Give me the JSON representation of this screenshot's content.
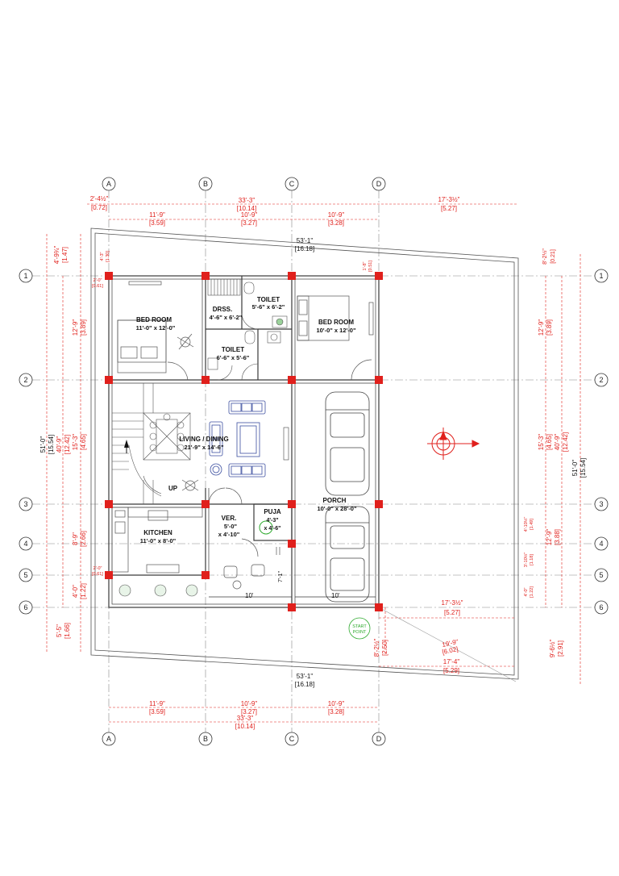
{
  "grid": {
    "columns": [
      "A",
      "B",
      "C",
      "D"
    ],
    "rows": [
      "1",
      "2",
      "3",
      "4",
      "5",
      "6"
    ]
  },
  "rooms": {
    "bed_room_left": {
      "name": "BED ROOM",
      "size": "11'-0\" x 12'-0\""
    },
    "drss": {
      "name": "DRSS.",
      "size": "4'-6\" x 6'-2\""
    },
    "toilet_top": {
      "name": "TOILET",
      "size": "5'-6\" x 6'-2\""
    },
    "toilet_mid": {
      "name": "TOILET",
      "size": "6'-6\" x 5'-6\""
    },
    "bed_room_right": {
      "name": "BED ROOM",
      "size": "10'-0\" x 12'-0\""
    },
    "living": {
      "name": "LIVING / DINING",
      "size": "21'-9\" x 14'-6\""
    },
    "kitchen": {
      "name": "KITCHEN",
      "size": "11'-0\" x 8'-0\""
    },
    "ver": {
      "name": "VER.",
      "size1": "5'-0\"",
      "size2": "x 4'-10\""
    },
    "puja": {
      "name": "PUJA",
      "size1": "4'-3\"",
      "size2": "x 4'-6\""
    },
    "porch": {
      "name": "PORCH",
      "size": "10'-0\" x 28'-0\""
    }
  },
  "labels": {
    "up": "UP",
    "ten_a": "10'",
    "ten_b": "10'",
    "seven": "7'-1\"",
    "start_point": [
      "START",
      "POINT"
    ]
  },
  "dims_top": {
    "overall": "33'-3\"",
    "overall_m": "[10.14]",
    "left_off": "2'-4½\"",
    "left_off_m": "[0.72]",
    "right_off": "17'-3½\"",
    "right_off_m": "[5.27]",
    "ab": "11'-9\"",
    "ab_m": "[3.59]",
    "bc": "10'-9\"",
    "bc_m": "[3.27]",
    "cd": "10'-9\"",
    "cd_m": "[3.28]"
  },
  "dims_plot": {
    "top": "53'-1\"",
    "top_m": "[16.18]",
    "bottom": "53'-1\"",
    "bottom_m": "[16.18]",
    "top_right": "8'-2½\"",
    "top_right_m": "[0.21]"
  },
  "dims_left": {
    "overall": "51'-0\"",
    "overall_m": "[15.54]",
    "sub": "40'-9\"",
    "sub_m": "[12.42]",
    "r_top": "4'-9¾\"",
    "r_top_m": "[1.47]",
    "r12": "12'-9\"",
    "r12_m": "[3.89]",
    "r23": "15'-3\"",
    "r23_m": "[4.65]",
    "r35": "8'-9\"",
    "r35_m": "[2.66]",
    "r56": "4'-0\"",
    "r56_m": "[1.22]",
    "r_bot": "5'-5\"",
    "r_bot_m": "[1.66]",
    "small_a": "2'-0\"",
    "small_a_m": "[0.61]",
    "small_b": "2'-0\"",
    "small_b_m": "[0.61]",
    "small_c": "4'-3\"",
    "small_c_m": "[1.30]",
    "small_d": "1'-8\"",
    "small_d_m": "[0.51]"
  },
  "dims_right": {
    "overall": "51'-0\"",
    "overall_m": "[15.54]",
    "sub": "40'-9\"",
    "sub_m": "[12.42]",
    "r12": "12'-9\"",
    "r12_m": "[3.89]",
    "r23": "15'-3\"",
    "r23_m": "[4.65]",
    "r36": "12'-9\"",
    "r36_m": "[3.88]",
    "r34": "4'-10½\"",
    "r34_m": "[1.49]",
    "r45": "3'-10½\"",
    "r45_m": "[1.18]",
    "r56": "4'-0\"",
    "r56_m": "[1.22]",
    "r6b": "9'-6½\"",
    "r6b_m": "[2.91]"
  },
  "dims_misc": {
    "front_right": "17'-3½\"",
    "front_right_m": "[5.27]",
    "diag": "19'-9\"",
    "diag_m": "[6.02]",
    "low_right": "17'-4\"",
    "low_right_m": "[5.29]",
    "d_vert": "8'-2½\"",
    "d_vert_m": "[2.50]"
  },
  "dims_bottom": {
    "ab": "11'-9\"",
    "ab_m": "[3.59]",
    "bc": "10'-9\"",
    "bc_m": "[3.27]",
    "cd": "10'-9\"",
    "cd_m": "[3.28]",
    "overall": "33'-3\"",
    "overall_m": "[10.14]"
  },
  "colors": {
    "dimension": "#e0201c",
    "column": "#e0201c",
    "wall": "#3a3a3a",
    "furniture": "#3c4fa0",
    "start": "#2eaa2e"
  }
}
